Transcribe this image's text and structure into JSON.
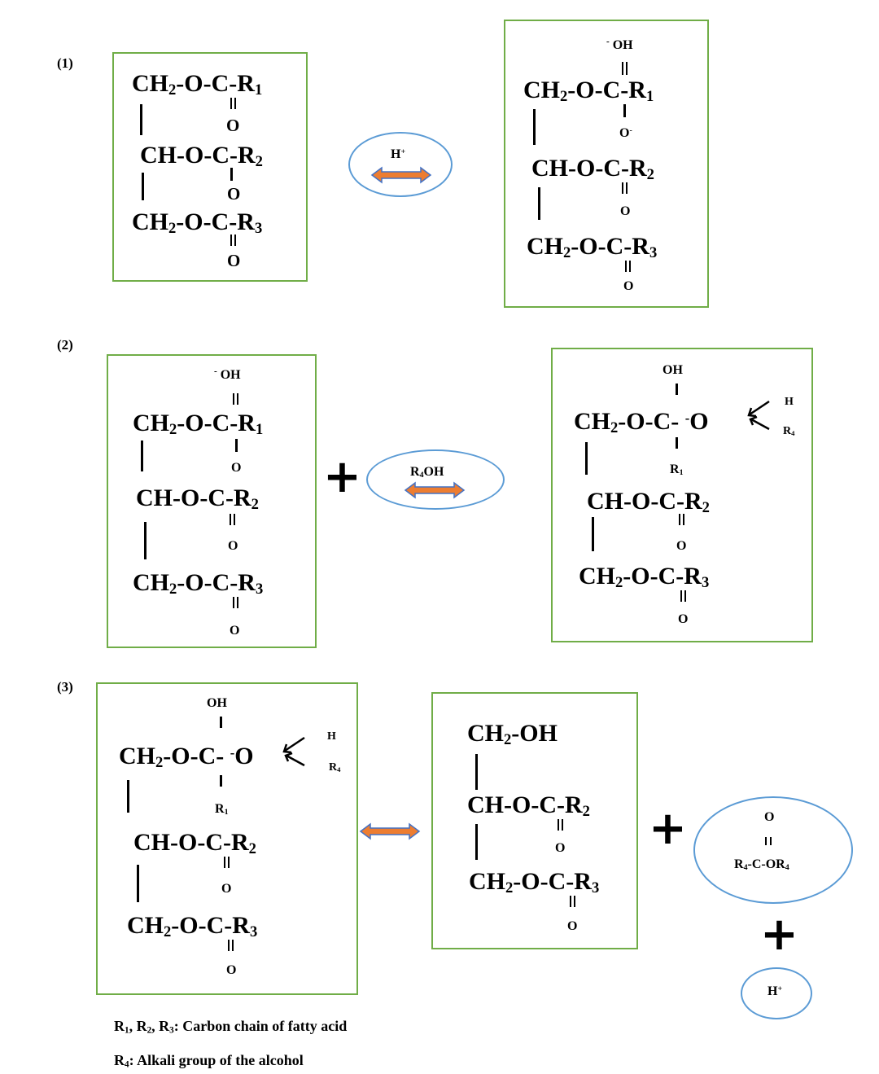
{
  "steps": [
    "(1)",
    "(2)",
    "(3)"
  ],
  "labels": {
    "h_plus": "H",
    "h_plus_charge": "+",
    "r4oh": "R4OH",
    "ester": "R4-C-OR4",
    "oxygen": "O",
    "oh": "OH",
    "oh_neg": "-OH",
    "o_neg": "O-",
    "neg_o": "-O",
    "h": "H",
    "r4": "R4",
    "r1": "R1",
    "plus": "+"
  },
  "groups": {
    "g1": "CH2-O-C-R1",
    "g2": "CH-O-C-R2",
    "g3": "CH2-O-C-R3",
    "g1_partial": "CH2-O-C-",
    "glycerol_oh": "CH2-OH"
  },
  "legend": [
    "R1, R2, R3: Carbon chain of fatty acid",
    "R4: Alkali group of the alcohol"
  ],
  "colors": {
    "box_border": "#70ad47",
    "ellipse_border": "#5b9bd5",
    "arrow_fill": "#ed7d31",
    "arrow_stroke": "#4472c4"
  }
}
